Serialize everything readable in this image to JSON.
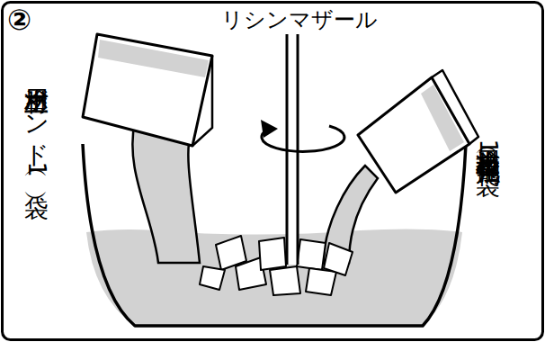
{
  "diagram": {
    "labels": [
      "②",
      "リシンマザール",
      "上塗材用ボンド （1袋）",
      "上塗材用接着 強化剤（1袋）"
    ]
  }
}
